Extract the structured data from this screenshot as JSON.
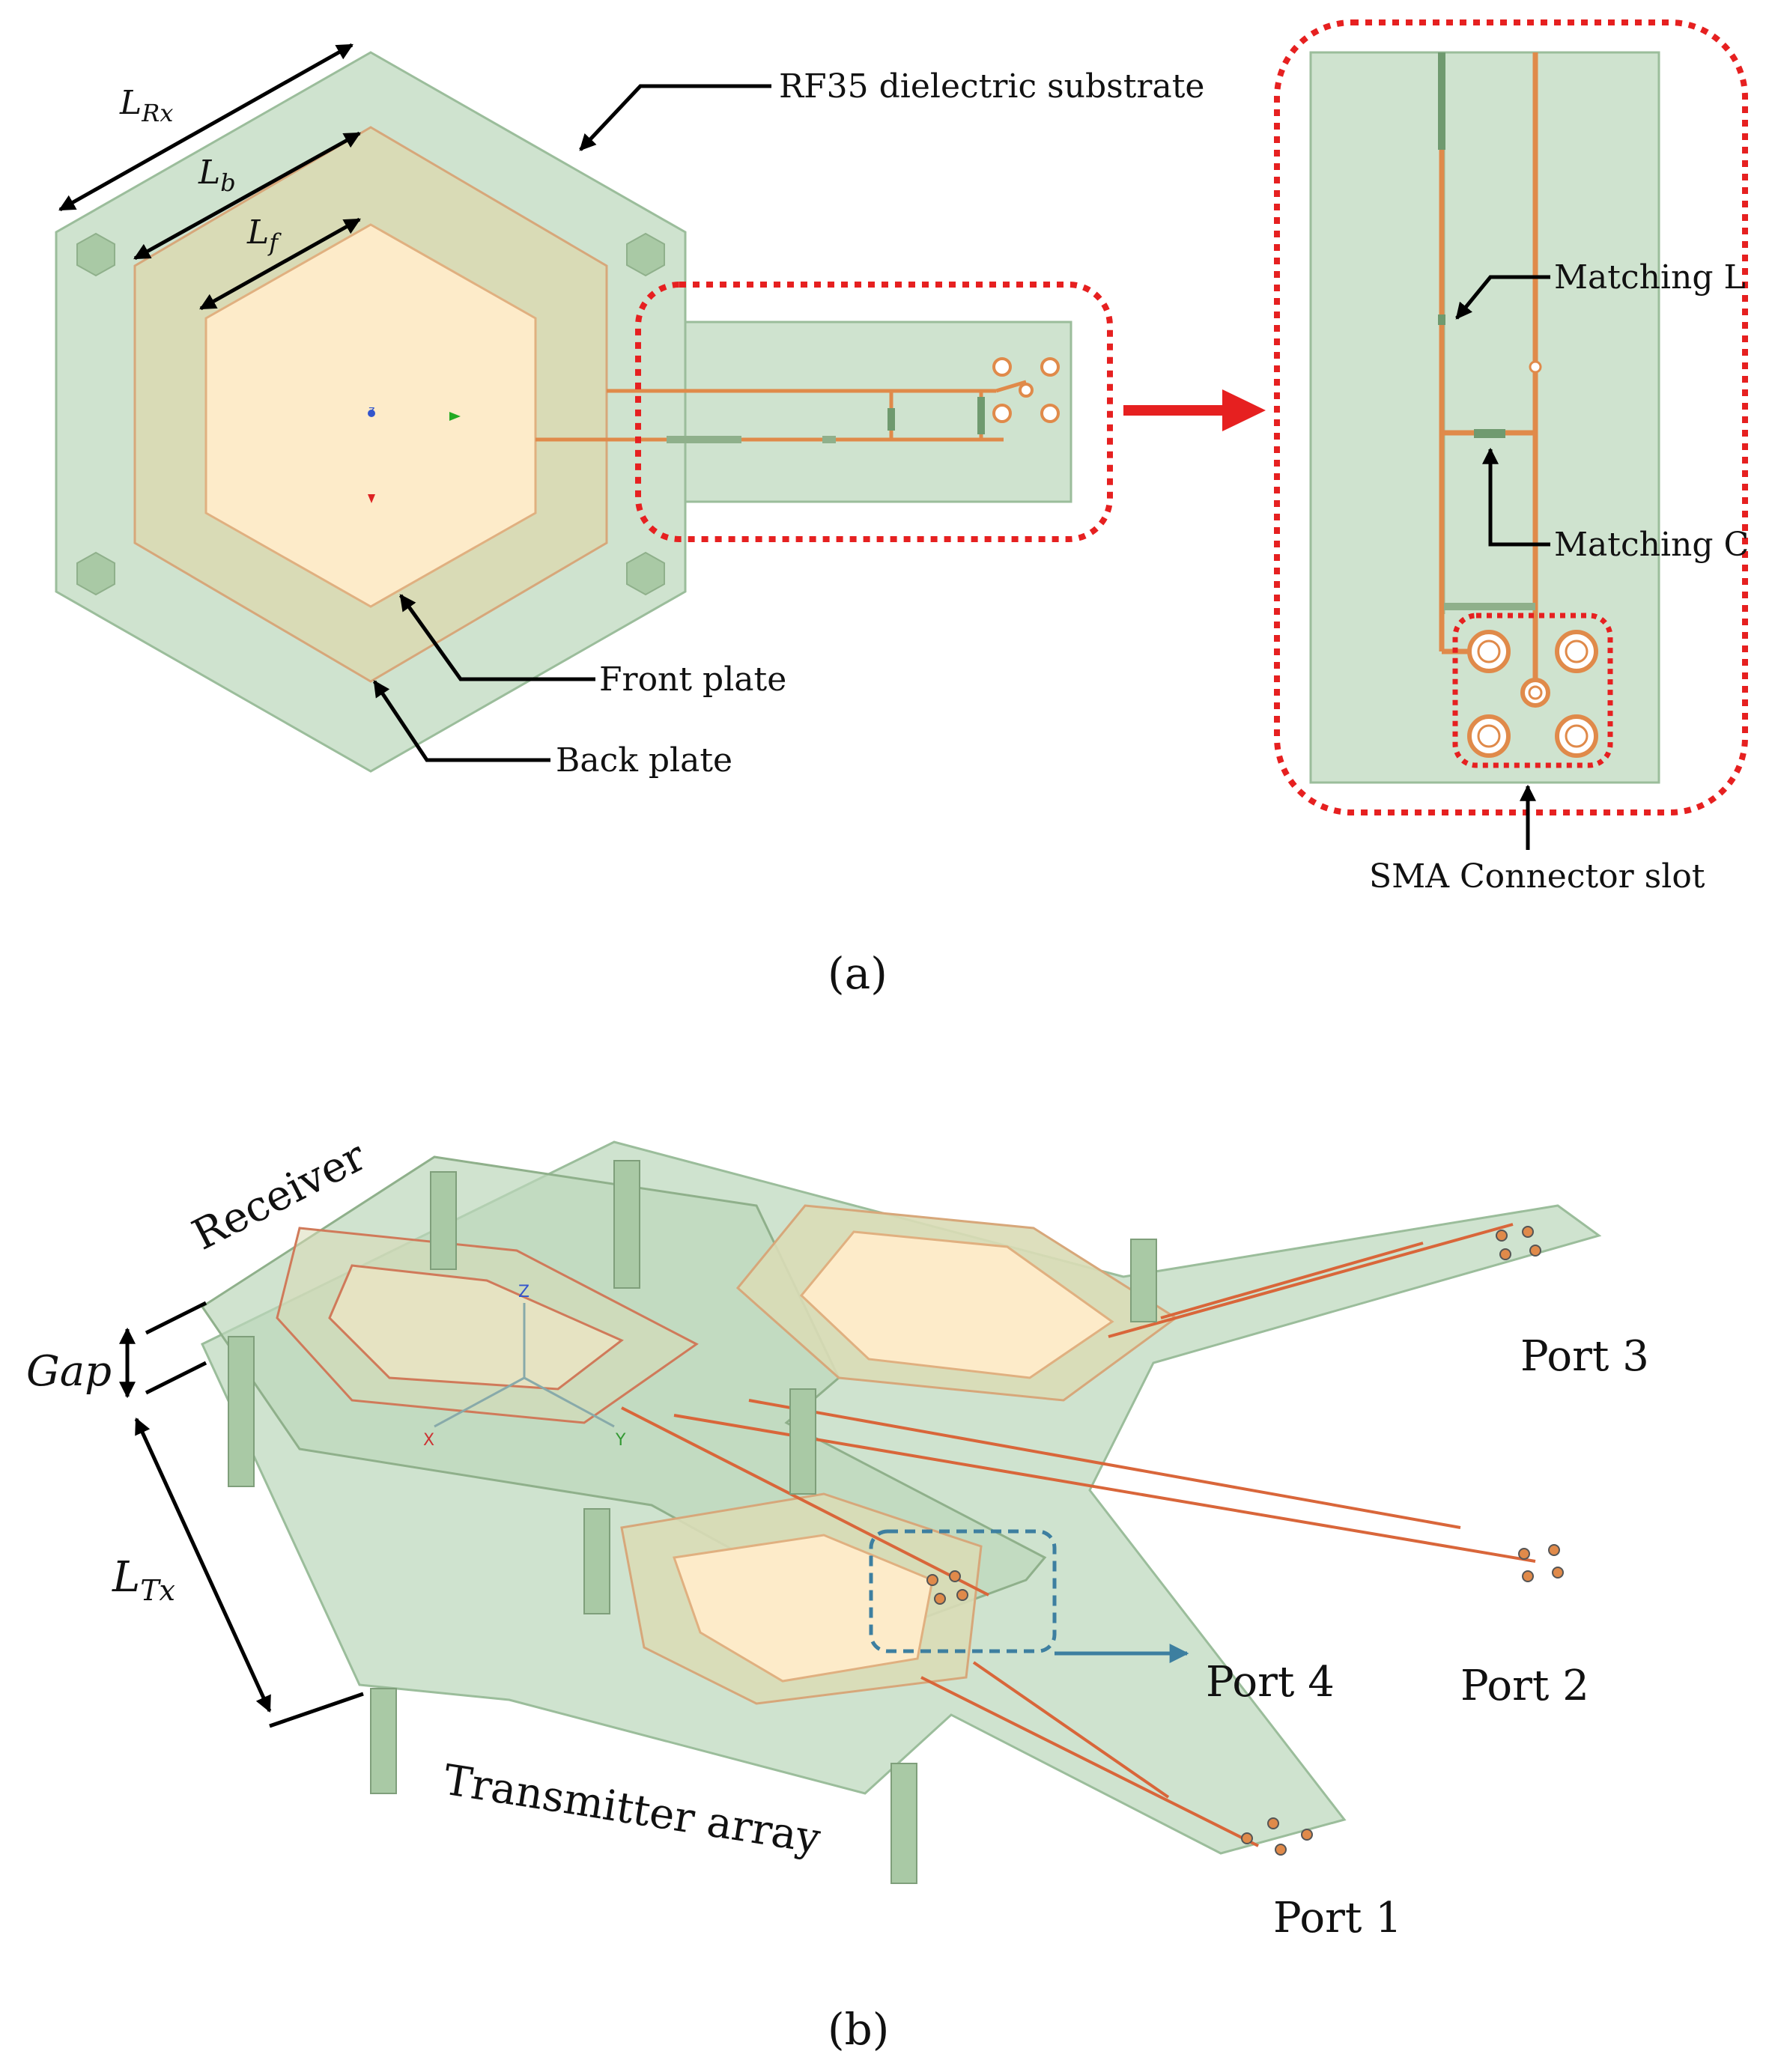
{
  "panel_a": {
    "caption": "(a)",
    "labels": {
      "substrate": "RF35 dielectric substrate",
      "front_plate": "Front plate",
      "back_plate": "Back plate",
      "matching_l": "Matching L",
      "matching_c": "Matching C",
      "sma_slot": "SMA Connector  slot"
    },
    "dims": {
      "l_rx": "L",
      "l_rx_sub": "Rx",
      "l_b": "L",
      "l_b_sub": "b",
      "l_f": "L",
      "l_f_sub": "f"
    },
    "axis": {
      "z": "z"
    }
  },
  "panel_b": {
    "caption": "(b)",
    "labels": {
      "receiver": "Receiver",
      "transmitter_array": "Transmitter array",
      "port1": "Port 1",
      "port2": "Port 2",
      "port3": "Port 3",
      "port4": "Port 4"
    },
    "dims": {
      "gap": "Gap",
      "l_tx": "L",
      "l_tx_sub": "Tx"
    },
    "axis": {
      "x": "X",
      "y": "Y",
      "z": "Z"
    }
  },
  "colors": {
    "substrate": "#cfe3cf",
    "substrate_edge": "#9bbd9b",
    "back_plate": "#d9dbb6",
    "front_plate": "#fdebc9",
    "trace": "#e08a4a",
    "highlight": "#e62020",
    "port4_box": "#3d7fa0",
    "post": "#a9c9a5"
  }
}
